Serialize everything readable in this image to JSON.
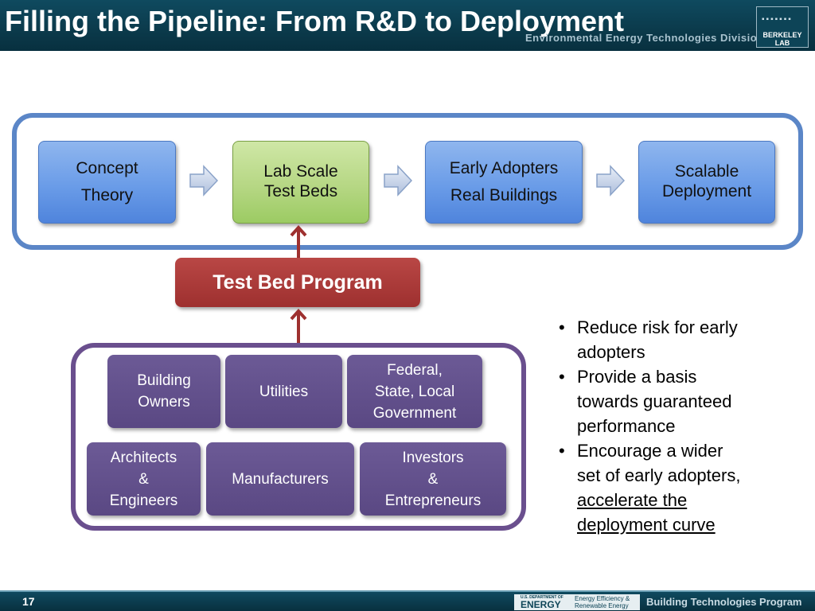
{
  "header": {
    "title": "Filling the Pipeline: From R&D to Deployment",
    "division": "Environmental Energy Technologies Division",
    "logo_text": "BERKELEY LAB"
  },
  "pipeline": {
    "stages": [
      {
        "line1": "Concept",
        "line2": "Theory"
      },
      {
        "line1": "Lab Scale",
        "line2": "Test Beds"
      },
      {
        "line1": "Early Adopters",
        "line2": "Real Buildings"
      },
      {
        "line1": "Scalable",
        "line2": "Deployment"
      }
    ]
  },
  "program": {
    "label": "Test Bed Program"
  },
  "stakeholders": {
    "building_owners": [
      "Building",
      "Owners"
    ],
    "utilities": "Utilities",
    "government": [
      "Federal,",
      "State, Local",
      "Government"
    ],
    "architects": [
      "Architects",
      "&",
      "Engineers"
    ],
    "manufacturers": "Manufacturers",
    "investors": [
      "Investors",
      "&",
      "Entrepreneurs"
    ]
  },
  "bullets": {
    "b1": [
      "Reduce risk for early",
      "adopters"
    ],
    "b2": [
      "Provide a basis",
      "towards guaranteed",
      "performance"
    ],
    "b3": [
      "Encourage a wider",
      "set of early adopters,",
      "accelerate the",
      "deployment curve"
    ],
    "marker": "•"
  },
  "footer": {
    "page": "17",
    "doe_small": "U.S. DEPARTMENT OF",
    "doe_energy": "ENERGY",
    "doe_ee_1": "Energy Efficiency &",
    "doe_ee_2": "Renewable Energy",
    "program": "Building Technologies Program"
  },
  "colors": {
    "header_bg": "#0b3a4b",
    "pipeline_border": "#5b86c7",
    "stage_blue": "#6a9ce8",
    "stage_green": "#b6d784",
    "program_red": "#a33634",
    "stakeholder_purple": "#5f4d8a"
  },
  "icons": {
    "stage_arrow": "right-arrow-icon",
    "program_arrow": "up-arrow-icon"
  }
}
